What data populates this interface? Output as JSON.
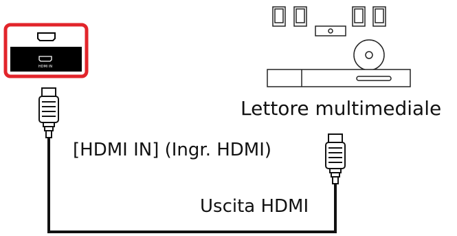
{
  "labels": {
    "media_player": "Lettore multimediale",
    "hdmi_in": "[HDMI IN] (Ingr. HDMI)",
    "hdmi_out": "Uscita HDMI",
    "panel_port": "HDMI IN"
  },
  "colors": {
    "highlight": "#e2252b",
    "panel": "#000000",
    "line": "#111111"
  }
}
